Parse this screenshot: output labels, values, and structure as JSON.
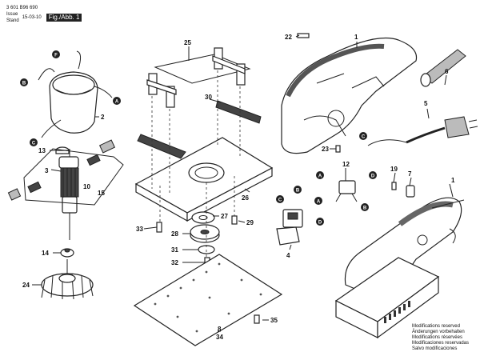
{
  "header": {
    "doc_number": "3 601 B96 690",
    "issue_label": "Issue",
    "stand_label": "Stand",
    "date": "15-03-10",
    "fig_label": "Fig./Abb. 1"
  },
  "part_numbers": [
    "1",
    "2",
    "3",
    "4",
    "5",
    "6",
    "7",
    "8",
    "10",
    "12",
    "13",
    "14",
    "15",
    "19",
    "22",
    "23",
    "24",
    "25",
    "26",
    "27",
    "28",
    "29",
    "30",
    "31",
    "32",
    "33",
    "34",
    "35"
  ],
  "connector_letters": [
    "A",
    "B",
    "C",
    "D",
    "F"
  ],
  "notice": [
    "Modifications reserved",
    "Änderungen vorbehalten",
    "Modifications réservées",
    "Modificaciones reservadas",
    "Salvo modificaciones"
  ]
}
